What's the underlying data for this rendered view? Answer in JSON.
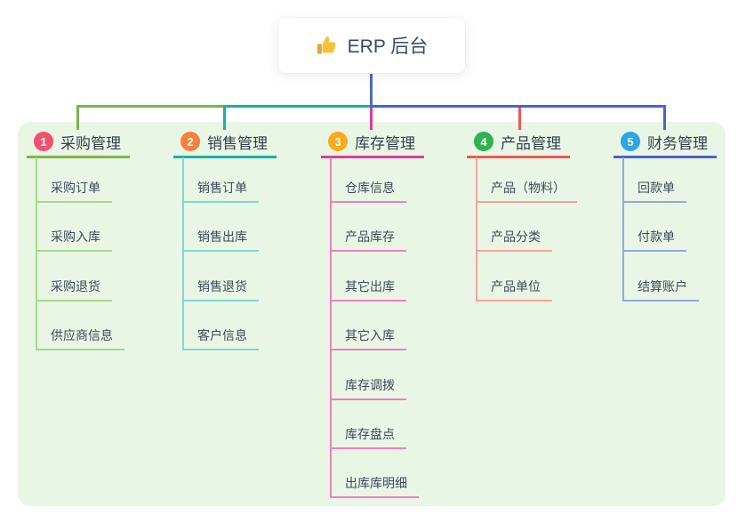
{
  "root": {
    "label": "ERP 后台",
    "icon": "thumbs-up-icon",
    "card_bg": "#ffffff",
    "icon_color": "#f7c237"
  },
  "panel": {
    "bg": "#eaf6e5"
  },
  "connector": {
    "root_color": "#5565c8"
  },
  "text_color": "#33424f",
  "branches": [
    {
      "badge": "1",
      "label": "采购管理",
      "badge_color": "#f2506e",
      "line_color": "#7ab648",
      "light_color": "#aad78d",
      "children": [
        "采购订单",
        "采购入库",
        "采购退货",
        "供应商信息"
      ]
    },
    {
      "badge": "2",
      "label": "销售管理",
      "badge_color": "#f5813e",
      "line_color": "#14b3a9",
      "light_color": "#7fd8d0",
      "children": [
        "销售订单",
        "销售出库",
        "销售退货",
        "客户信息"
      ]
    },
    {
      "badge": "3",
      "label": "库存管理",
      "badge_color": "#fbab1a",
      "line_color": "#e23a9d",
      "light_color": "#f07ec2",
      "children": [
        "仓库信息",
        "产品库存",
        "其它出库",
        "其它入库",
        "库存调拨",
        "库存盘点",
        "出库库明细"
      ]
    },
    {
      "badge": "4",
      "label": "产品管理",
      "badge_color": "#2fb350",
      "line_color": "#f2574f",
      "light_color": "#f8a29b",
      "children": [
        "产品（物料）",
        "产品分类",
        "产品单位"
      ]
    },
    {
      "badge": "5",
      "label": "财务管理",
      "badge_color": "#29a7e8",
      "line_color": "#4a63cd",
      "light_color": "#93a8e4",
      "children": [
        "回款单",
        "付款单",
        "结算账户"
      ]
    }
  ]
}
